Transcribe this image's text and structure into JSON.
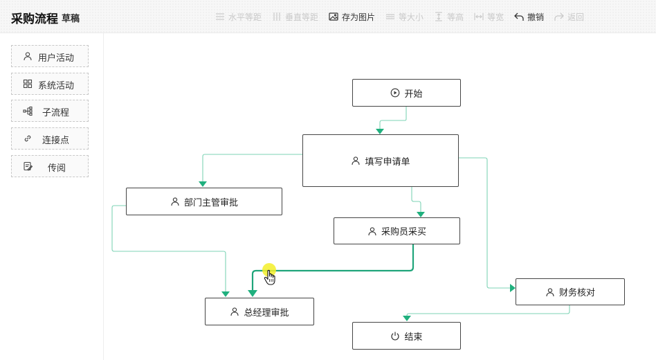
{
  "header": {
    "title": "采购流程",
    "subtitle": "草稿",
    "toolbar": [
      {
        "label": "水平等距",
        "icon": "align-horizontal-icon",
        "enabled": false
      },
      {
        "label": "垂直等距",
        "icon": "align-vertical-icon",
        "enabled": false
      },
      {
        "label": "存为图片",
        "icon": "image-icon",
        "enabled": true
      },
      {
        "label": "等大小",
        "icon": "same-size-icon",
        "enabled": false
      },
      {
        "label": "等高",
        "icon": "same-height-icon",
        "enabled": false
      },
      {
        "label": "等宽",
        "icon": "same-width-icon",
        "enabled": false
      },
      {
        "label": "撤销",
        "icon": "undo-icon",
        "enabled": true
      },
      {
        "label": "返回",
        "icon": "redo-icon",
        "enabled": false
      }
    ]
  },
  "sidebar": {
    "items": [
      {
        "label": "用户活动",
        "icon": "user-icon"
      },
      {
        "label": "系统活动",
        "icon": "grid-icon"
      },
      {
        "label": "子流程",
        "icon": "subprocess-icon"
      },
      {
        "label": "连接点",
        "icon": "link-icon"
      },
      {
        "label": "传阅",
        "icon": "circulate-icon"
      }
    ]
  },
  "nodes": {
    "start": {
      "label": "开始",
      "icon": "play-circle-icon"
    },
    "fill_request": {
      "label": "填写申请单",
      "icon": "user-icon"
    },
    "dept_approval": {
      "label": "部门主管审批",
      "icon": "user-icon"
    },
    "purchaser": {
      "label": "采购员采买",
      "icon": "user-icon"
    },
    "gm_approval": {
      "label": "总经理审批",
      "icon": "user-icon"
    },
    "finance_check": {
      "label": "财务核对",
      "icon": "user-icon"
    },
    "end": {
      "label": "结束",
      "icon": "power-icon"
    }
  },
  "colors": {
    "edge": "#7dd3b5",
    "edge_active": "#1fa57a",
    "arrow": "#20b07e",
    "cursor_highlight": "#f3ef2a"
  }
}
